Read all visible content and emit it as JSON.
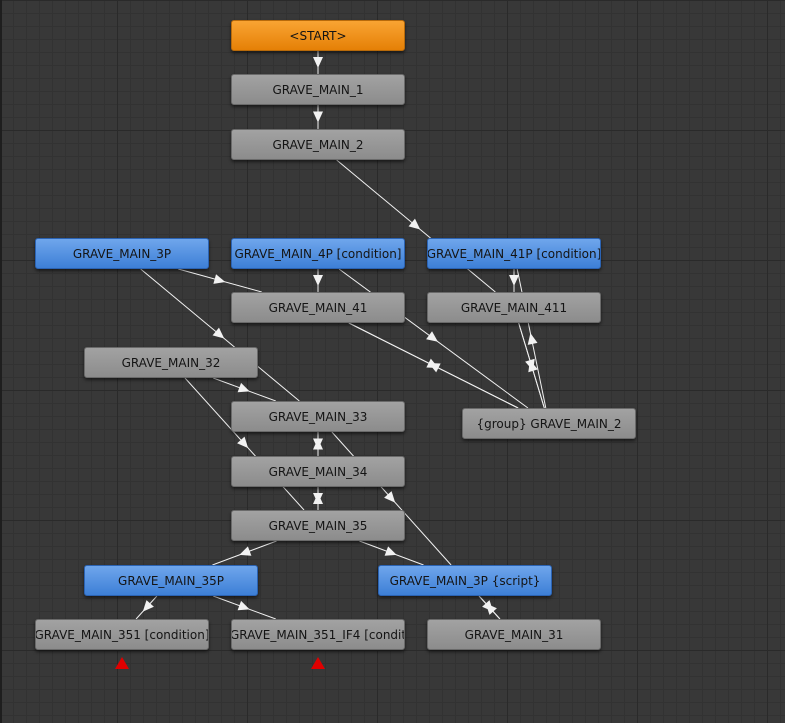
{
  "graph": {
    "nodes": [
      {
        "id": "start",
        "label": "<START>",
        "style": "orange"
      },
      {
        "id": "main1",
        "label": "GRAVE_MAIN_1",
        "style": "gray"
      },
      {
        "id": "main2",
        "label": "GRAVE_MAIN_2",
        "style": "gray"
      },
      {
        "id": "main3p",
        "label": "GRAVE_MAIN_3P",
        "style": "blue"
      },
      {
        "id": "main4p",
        "label": "GRAVE_MAIN_4P [condition]",
        "style": "blue"
      },
      {
        "id": "main41p",
        "label": "GRAVE_MAIN_41P [condition]",
        "style": "blue"
      },
      {
        "id": "main41",
        "label": "GRAVE_MAIN_41",
        "style": "gray"
      },
      {
        "id": "main411",
        "label": "GRAVE_MAIN_411",
        "style": "gray"
      },
      {
        "id": "main32",
        "label": "GRAVE_MAIN_32",
        "style": "gray"
      },
      {
        "id": "main33",
        "label": "GRAVE_MAIN_33",
        "style": "gray"
      },
      {
        "id": "group2",
        "label": "{group} GRAVE_MAIN_2",
        "style": "gray"
      },
      {
        "id": "main34",
        "label": "GRAVE_MAIN_34",
        "style": "gray"
      },
      {
        "id": "main35",
        "label": "GRAVE_MAIN_35",
        "style": "gray"
      },
      {
        "id": "main35p",
        "label": "GRAVE_MAIN_35P",
        "style": "blue"
      },
      {
        "id": "main3ps",
        "label": "GRAVE_MAIN_3P {script}",
        "style": "blue"
      },
      {
        "id": "main351",
        "label": "GRAVE_MAIN_351 [condition]",
        "style": "gray"
      },
      {
        "id": "main351if",
        "label": "GRAVE_MAIN_351_IF4 [condit",
        "style": "gray"
      },
      {
        "id": "main31",
        "label": "GRAVE_MAIN_31",
        "style": "gray"
      }
    ],
    "edges": [
      {
        "from": "start",
        "to": "main1"
      },
      {
        "from": "main1",
        "to": "main2"
      },
      {
        "from": "main2",
        "to": "main411"
      },
      {
        "from": "main4p",
        "to": "main41"
      },
      {
        "from": "main41p",
        "to": "main411"
      },
      {
        "from": "main3p",
        "to": "main41"
      },
      {
        "from": "main3p",
        "to": "main33"
      },
      {
        "from": "main32",
        "to": "main33"
      },
      {
        "from": "main41",
        "to": "group2"
      },
      {
        "from": "group2",
        "to": "main41"
      },
      {
        "from": "main4p",
        "to": "group2"
      },
      {
        "from": "group2",
        "to": "main411"
      },
      {
        "from": "main411",
        "to": "group2"
      },
      {
        "from": "group2",
        "to": "main41p"
      },
      {
        "from": "main33",
        "to": "main34"
      },
      {
        "from": "main34",
        "to": "main33"
      },
      {
        "from": "main33",
        "to": "main35"
      },
      {
        "from": "main34",
        "to": "main35"
      },
      {
        "from": "main35",
        "to": "main34"
      },
      {
        "from": "main35",
        "to": "main35p"
      },
      {
        "from": "main35",
        "to": "main3ps"
      },
      {
        "from": "main33",
        "to": "main3ps"
      },
      {
        "from": "main35p",
        "to": "main351"
      },
      {
        "from": "main35p",
        "to": "main351if"
      },
      {
        "from": "main3ps",
        "to": "main31"
      },
      {
        "from": "main31",
        "to": "main3ps"
      },
      {
        "from": "main32",
        "to": "main35"
      }
    ],
    "end_markers": [
      "main351",
      "main351if"
    ],
    "colors": {
      "background": "#383838",
      "edge": "#f2f2f2",
      "end_marker": "#e00000",
      "gray_node": "#959595",
      "blue_node": "#4a88dd",
      "orange_node": "#f29419"
    }
  }
}
